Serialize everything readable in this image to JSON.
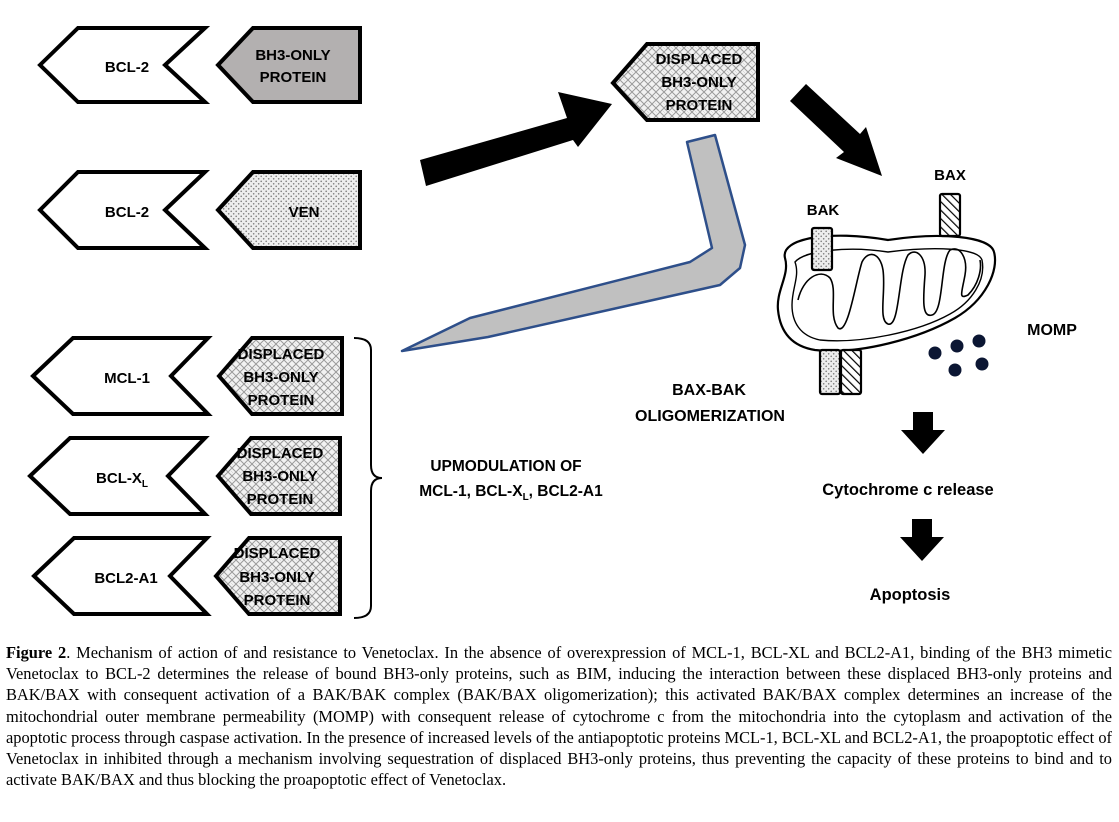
{
  "pairs": [
    {
      "left": "BCL-2",
      "right": [
        "BH3-ONLY",
        "PROTEIN"
      ],
      "fill": "grey"
    },
    {
      "left": "BCL-2",
      "right": [
        "VEN"
      ],
      "fill": "dots"
    },
    {
      "left": "MCL-1",
      "right": [
        "DISPLACED",
        "BH3-ONLY",
        "PROTEIN"
      ],
      "fill": "hatch"
    },
    {
      "left": "BCL-X",
      "left_sub": "L",
      "right": [
        "DISPLACED",
        "BH3-ONLY",
        "PROTEIN"
      ],
      "fill": "hatch"
    },
    {
      "left": "BCL2-A1",
      "right": [
        "DISPLACED",
        "BH3-ONLY",
        "PROTEIN"
      ],
      "fill": "hatch"
    }
  ],
  "displaced_top": [
    "DISPLACED",
    "BH3-ONLY",
    "PROTEIN"
  ],
  "labels": {
    "bak": "BAK",
    "bax": "BAX",
    "momp": "MOMP",
    "oligo_line1": "BAX-BAK",
    "oligo_line2": "OLIGOMERIZATION",
    "cyto": "Cytochrome c release",
    "apoptosis": "Apoptosis"
  },
  "upmod": {
    "line1": "UPMODULATION OF",
    "line2_a": "MCL-1, BCL-X",
    "line2_sub": "L",
    "line2_b": ", BCL2-A1"
  },
  "caption": {
    "label": "Figure 2",
    "text": ". Mechanism of action of and resistance to Venetoclax. In the absence of overexpression of MCL-1, BCL-XL and BCL2-A1, binding of the BH3 mimetic Venetoclax to BCL-2 determines the release of bound BH3-only proteins, such as BIM, inducing the interaction between these displaced BH3-only proteins and BAK/BAX with consequent activation of a BAK/BAK complex (BAK/BAX oligomerization); this activated BAK/BAX complex determines an increase of the mitochondrial outer membrane permeability (MOMP) with consequent release of cytochrome c from the mitochondria into the cytoplasm and activation of the apoptotic process through caspase activation. In the presence of increased levels of the antiapoptotic proteins MCL-1, BCL-XL and BCL2-A1, the proapoptotic effect of Venetoclax in inhibited through a mechanism involving sequestration of displaced BH3-only proteins, thus preventing the capacity of these proteins to bind and to activate BAK/BAX and thus blocking the proapoptotic effect of Venetoclax."
  },
  "colors": {
    "grey_fill": "#b3b0b0",
    "arrow_grey": "#c0c0c0",
    "arrow_outline": "#2e4f8a",
    "cytochrome": "#0b1633"
  }
}
